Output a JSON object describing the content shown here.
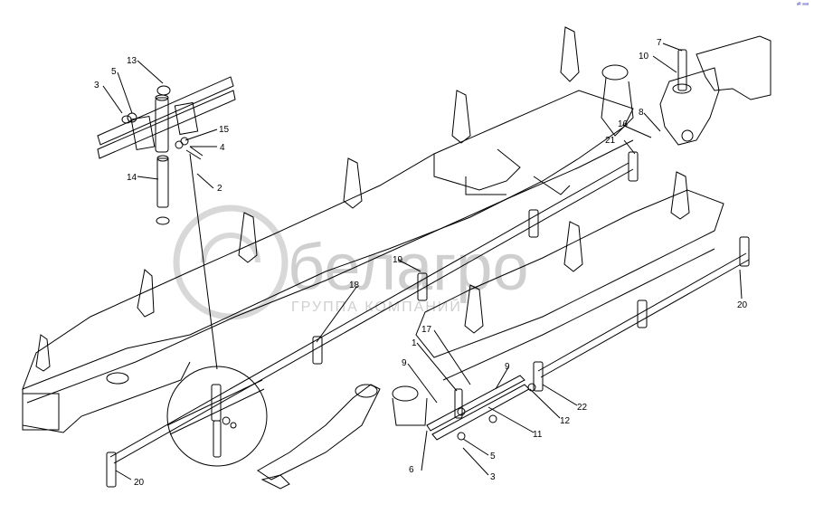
{
  "corner_mark": "ᵃᴿ ᵃᵃᵃ",
  "watermark": {
    "brand": "белагро",
    "tagline": "ГРУППА КОМПАНИЙ"
  },
  "callouts": {
    "c13": "13",
    "c5a": "5",
    "c3a": "3",
    "c15": "15",
    "c4": "4",
    "c14": "14",
    "c2": "2",
    "c7": "7",
    "c10": "10",
    "c16": "16",
    "c8": "8",
    "c21": "21",
    "c19": "19",
    "c18": "18",
    "c20a": "20",
    "c20b": "20",
    "c17": "17",
    "c1": "1",
    "c9a": "9",
    "c9b": "9",
    "c11": "11",
    "c12": "12",
    "c22": "22",
    "c5b": "5",
    "c6": "6",
    "c3b": "3"
  },
  "colors": {
    "line": "#000000",
    "watermark": "#cfcfcf",
    "corner": "#1a1ac0"
  }
}
